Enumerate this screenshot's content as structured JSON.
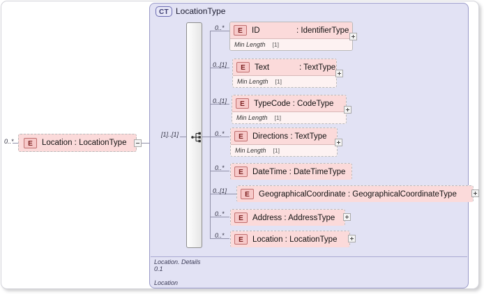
{
  "diagram": {
    "kind": "xsd-schema-diagram",
    "root_element": {
      "badge": "E",
      "label": "Location : LocationType",
      "cardinality": "0..*",
      "toggle": "minus"
    },
    "complex_type": {
      "badge": "CT",
      "title": "LocationType",
      "group_cardinality": "[1]..[1]",
      "group_icon": "sequence-icon",
      "annotation_line1": "Location. Details",
      "annotation_line2": "0.1",
      "annotation_line3": "Location"
    },
    "children": [
      {
        "badge": "E",
        "name": "ID",
        "type": ": IdentifierType",
        "cardinality": "0..*",
        "border": "solid",
        "facet_name": "Min Length",
        "facet_value": "[1]",
        "toggle": "plus"
      },
      {
        "badge": "E",
        "name": "Text",
        "type": ": TextType",
        "cardinality": "0..[1]",
        "border": "dashed",
        "facet_name": "Min Length",
        "facet_value": "[1]",
        "toggle": "plus"
      },
      {
        "badge": "E",
        "name": "TypeCode : CodeType",
        "type": "",
        "cardinality": "0..[1]",
        "border": "dashed",
        "facet_name": "Min Length",
        "facet_value": "[1]",
        "toggle": "plus"
      },
      {
        "badge": "E",
        "name": "Directions : TextType",
        "type": "",
        "cardinality": "0..*",
        "border": "dashed",
        "facet_name": "Min Length",
        "facet_value": "[1]",
        "toggle": "plus"
      },
      {
        "badge": "E",
        "name": "DateTime : DateTimeType",
        "type": "",
        "cardinality": "0..*",
        "border": "dashed",
        "facet_name": "",
        "facet_value": "",
        "toggle": "none"
      },
      {
        "badge": "E",
        "name": "GeographicalCoordinate : GeographicalCoordinateType",
        "type": "",
        "cardinality": "0..[1]",
        "border": "dashed",
        "facet_name": "",
        "facet_value": "",
        "toggle": "plus"
      },
      {
        "badge": "E",
        "name": "Address : AddressType",
        "type": "",
        "cardinality": "0..*",
        "border": "dashed",
        "facet_name": "",
        "facet_value": "",
        "toggle": "plus"
      },
      {
        "badge": "E",
        "name": "Location : LocationType",
        "type": "",
        "cardinality": "0..*",
        "border": "dashed",
        "facet_name": "",
        "facet_value": "",
        "toggle": "plus"
      }
    ],
    "colors": {
      "element_header": "#fbdada",
      "element_body": "#fdf2f2",
      "complex_type_bg": "#e2e2f4",
      "complex_type_border": "#9a9ac8",
      "connector": "#8f8fa8"
    }
  }
}
